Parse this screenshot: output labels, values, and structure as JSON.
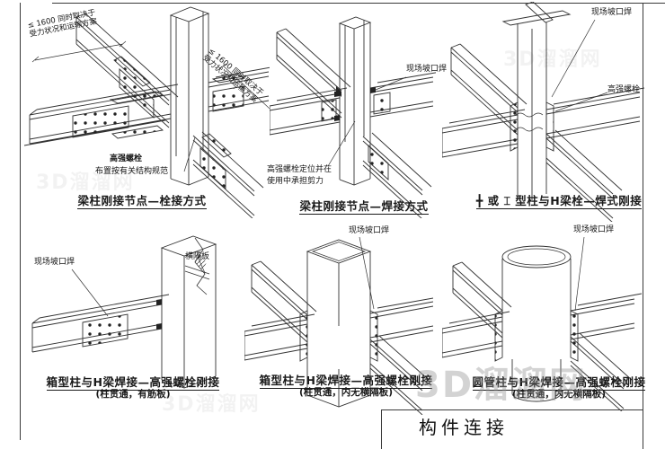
{
  "sheet": {
    "title": "构件连接"
  },
  "watermark": {
    "text": "3D溜溜网"
  },
  "panels": {
    "bolted": {
      "caption": "梁柱刚接节点—栓接方式",
      "dim_note_line1": "≤ 1600 同时取决于",
      "dim_note_line2": "受力状况和运输方案",
      "label_bolt": "高强螺栓",
      "label_bolt_note": "布置按有关结构规范"
    },
    "welded": {
      "caption": "梁柱刚接节点—焊接方式",
      "label_weld": "现场坡口焊",
      "label_bolt_line1": "高强螺栓定位并在",
      "label_bolt_line2": "使用中承担剪力"
    },
    "cross_col": {
      "caption": "╋ 或 ⌶ 型柱与H梁栓—焊式刚接",
      "label_weld": "现场坡口焊",
      "label_bolt": "高强螺栓"
    },
    "box_single": {
      "caption_line1": "箱型柱与H梁焊接—高强螺栓刚接",
      "caption_line2": "(柱贯通，有筋板)",
      "label_weld": "现场坡口焊",
      "label_diaphragm": "横隔板"
    },
    "box_cross": {
      "caption_line1": "箱型柱与H梁焊接—高强螺栓刚接",
      "caption_line2": "(柱贯通，内无横隔板)",
      "label_weld": "现场坡口焊"
    },
    "pipe_cross": {
      "caption_line1": "圆管柱与H梁焊接—高强螺栓刚接",
      "caption_line2": "(柱贯通，内无横隔板)",
      "label_weld": "现场坡口焊"
    }
  },
  "colors": {
    "line": "#333333",
    "paper": "#ffffff",
    "watermark_strong": "#969696"
  }
}
